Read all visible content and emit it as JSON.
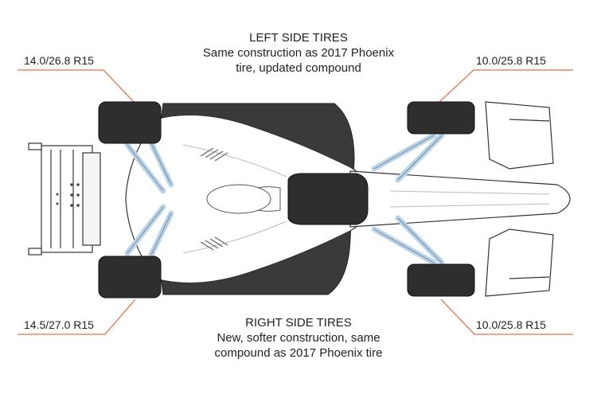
{
  "left_side": {
    "title": "LEFT SIDE TIRES",
    "lines": [
      "Same construction as 2017 Phoenix",
      "tire, updated compound"
    ]
  },
  "right_side": {
    "title": "RIGHT SIDE TIRES",
    "lines": [
      "New, softer construction, same",
      "compound as 2017 Phoenix tire"
    ]
  },
  "tire_sizes": {
    "left_rear": "14.0/26.8 R15",
    "left_front": "10.0/25.8 R15",
    "right_rear": "14.5/27.0 R15",
    "right_front": "10.0/25.8 R15"
  },
  "colors": {
    "tire": "#2e2e2e",
    "suspension": "#bcd4e6",
    "leader_line": "#e8724a",
    "text": "#1f1f1f"
  }
}
